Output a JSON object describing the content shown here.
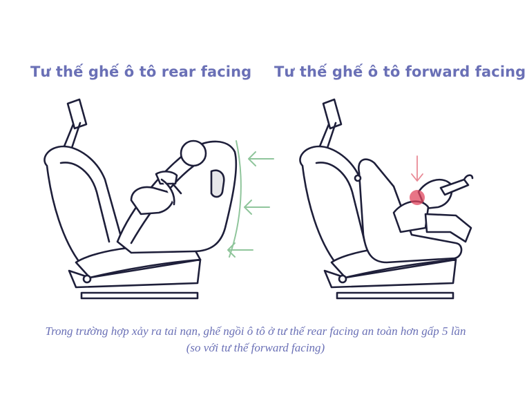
{
  "titles": {
    "rear": "Tư thế ghế ô tô rear facing",
    "forward": "Tư thế ghế ô tô forward facing"
  },
  "caption": {
    "line1": "Trong trường hợp xảy ra tai nạn, ghế ngồi ô tô ở tư thế rear facing an toàn hơn gấp 5 lần",
    "line2": "(so với tư thế forward facing)"
  },
  "colors": {
    "title": "#6a70b6",
    "outline": "#1e1f3a",
    "impact_arrows": "#8fc59b",
    "impact_point": "#e0465e"
  }
}
